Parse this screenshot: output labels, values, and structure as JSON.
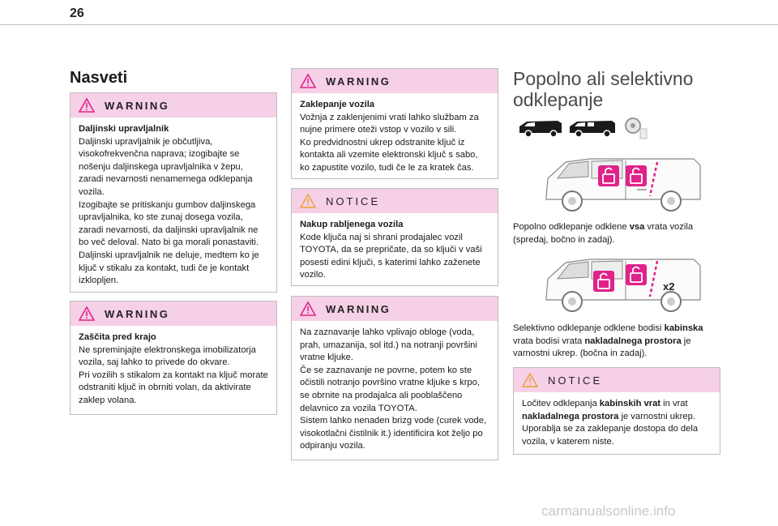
{
  "page_number": "26",
  "left": {
    "heading": "Nasveti",
    "warning1": {
      "label": "WARNING",
      "title": "Daljinski upravljalnik",
      "lines": [
        "Daljinski upravljalnik je občutljiva, visokofrekvenčna naprava; izogibajte se nošenju daljinskega upravljalnika v žepu, zaradi nevarnosti nenamernega odklepanja vozila.",
        "Izogibajte se pritiskanju gumbov daljinskega upravljalnika, ko ste zunaj dosega vozila, zaradi nevarnosti, da daljinski upravljalnik ne bo več deloval. Nato bi ga morali ponastaviti.",
        "Daljinski upravljalnik ne deluje, medtem ko je ključ v stikalu za kontakt, tudi če je kontakt izklopljen."
      ]
    },
    "warning2": {
      "label": "WARNING",
      "title": "Zaščita pred krajo",
      "lines": [
        "Ne spreminjajte elektronskega imobilizatorja vozila, saj lahko to privede do okvare.",
        "Pri vozilih s stikalom za kontakt na ključ morate odstraniti ključ in obrniti volan, da aktivirate zaklep volana."
      ]
    }
  },
  "middle": {
    "warning3": {
      "label": "WARNING",
      "title": "Zaklepanje vozila",
      "lines": [
        "Vožnja z zaklenjenimi vrati lahko službam za nujne primere oteži vstop v vozilo v sili.",
        "Ko predvidnostni ukrep odstranite ključ iz kontakta ali vzemite elektronski ključ s sabo, ko zapustite vozilo, tudi če le za kratek čas."
      ]
    },
    "notice1": {
      "label": "NOTICE",
      "title": "Nakup rabljenega vozila",
      "lines": [
        "Kode ključa naj si shrani prodajalec vozil TOYOTA, da se prepričate, da so ključi v vaši posesti edini ključi, s katerimi lahko zaženete vozilo."
      ]
    },
    "warning4": {
      "label": "WARNING",
      "lines": [
        "Na zaznavanje lahko vplivajo obloge (voda, prah, umazanija, sol itd.) na notranji površini vratne kljuke.",
        "Če se zaznavanje ne povrne, potem ko ste očistili notranjo površino vratne kljuke s krpo, se obrnite na prodajalca ali pooblaščeno delavnico za vozila TOYOTA.",
        "Sistem lahko nenaden brizg vode (curek vode, visokotlačni čistilnik it.) identificira kot željo po odpiranju vozila."
      ]
    }
  },
  "right": {
    "heading": "Popolno ali selektivno odklepanje",
    "para1": {
      "pre": "Popolno odklepanje odklene ",
      "bold": "vsa",
      "post": " vrata vozila (spredaj, bočno in zadaj)."
    },
    "para2": {
      "pre": "Selektivno odklepanje odklene bodisi ",
      "bold1": "kabinska",
      "mid": " vrata bodisi vrata ",
      "bold2": "nakladalnega prostora",
      "post": " je varnostni ukrep. (bočna in zadaj)."
    },
    "illustration2_badge": "x2",
    "notice2": {
      "label": "NOTICE",
      "pre": "Ločitev odklepanja ",
      "bold1": "kabinskih vrat",
      "mid": " in vrat ",
      "bold2": "nakladalnega prostora",
      "post": " je varnostni ukrep. Uporablja se za zaklepanje dostopa do dela vozila, v katerem niste."
    }
  },
  "watermark": "carmanualsonline.info",
  "colors": {
    "box_header": "#f6d0e6",
    "warning_triangle": "#e0228a",
    "notice_triangle": "#e9a033"
  }
}
